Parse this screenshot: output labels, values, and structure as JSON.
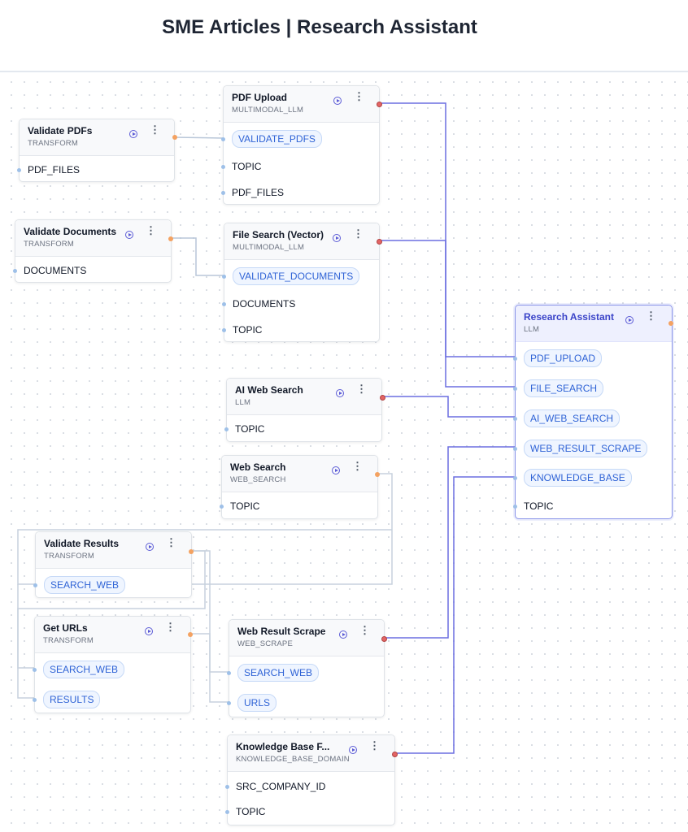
{
  "page": {
    "title": "SME Articles | Research Assistant"
  },
  "nodes": {
    "validate_pdfs": {
      "title": "Validate PDFs",
      "type": "TRANSFORM",
      "inputs": [
        "PDF_FILES"
      ]
    },
    "pdf_upload": {
      "title": "PDF Upload",
      "type": "MULTIMODAL_LLM",
      "inputs": [
        "VALIDATE_PDFS",
        "TOPIC",
        "PDF_FILES"
      ]
    },
    "validate_documents": {
      "title": "Validate Documents",
      "type": "TRANSFORM",
      "inputs": [
        "DOCUMENTS"
      ]
    },
    "file_search": {
      "title": "File Search (Vector)",
      "type": "MULTIMODAL_LLM",
      "inputs": [
        "VALIDATE_DOCUMENTS",
        "DOCUMENTS",
        "TOPIC"
      ]
    },
    "ai_web_search": {
      "title": "AI Web Search",
      "type": "LLM",
      "inputs": [
        "TOPIC"
      ]
    },
    "web_search": {
      "title": "Web Search",
      "type": "WEB_SEARCH",
      "inputs": [
        "TOPIC"
      ]
    },
    "validate_results": {
      "title": "Validate Results",
      "type": "TRANSFORM",
      "inputs": [
        "SEARCH_WEB"
      ]
    },
    "get_urls": {
      "title": "Get URLs",
      "type": "TRANSFORM",
      "inputs": [
        "SEARCH_WEB",
        "RESULTS"
      ]
    },
    "web_result_scrape": {
      "title": "Web Result Scrape",
      "type": "WEB_SCRAPE",
      "inputs": [
        "SEARCH_WEB",
        "URLS"
      ]
    },
    "knowledge_base": {
      "title": "Knowledge Base F...",
      "type": "KNOWLEDGE_BASE_DOMAIN",
      "inputs": [
        "SRC_COMPANY_ID",
        "TOPIC"
      ]
    },
    "research_assistant": {
      "title": "Research Assistant",
      "type": "LLM",
      "inputs": [
        "PDF_UPLOAD",
        "FILE_SEARCH",
        "AI_WEB_SEARCH",
        "WEB_RESULT_SCRAPE",
        "KNOWLEDGE_BASE",
        "TOPIC"
      ]
    }
  },
  "icons": {
    "run": "play-circle-icon",
    "menu": "more-vertical-icon"
  },
  "colors": {
    "accent": "#5b5bd6",
    "edge": "#6b6ee0",
    "edge_muted": "#b8c6d8",
    "port_out": "#f4a261",
    "pill_text": "#2f63d6"
  }
}
